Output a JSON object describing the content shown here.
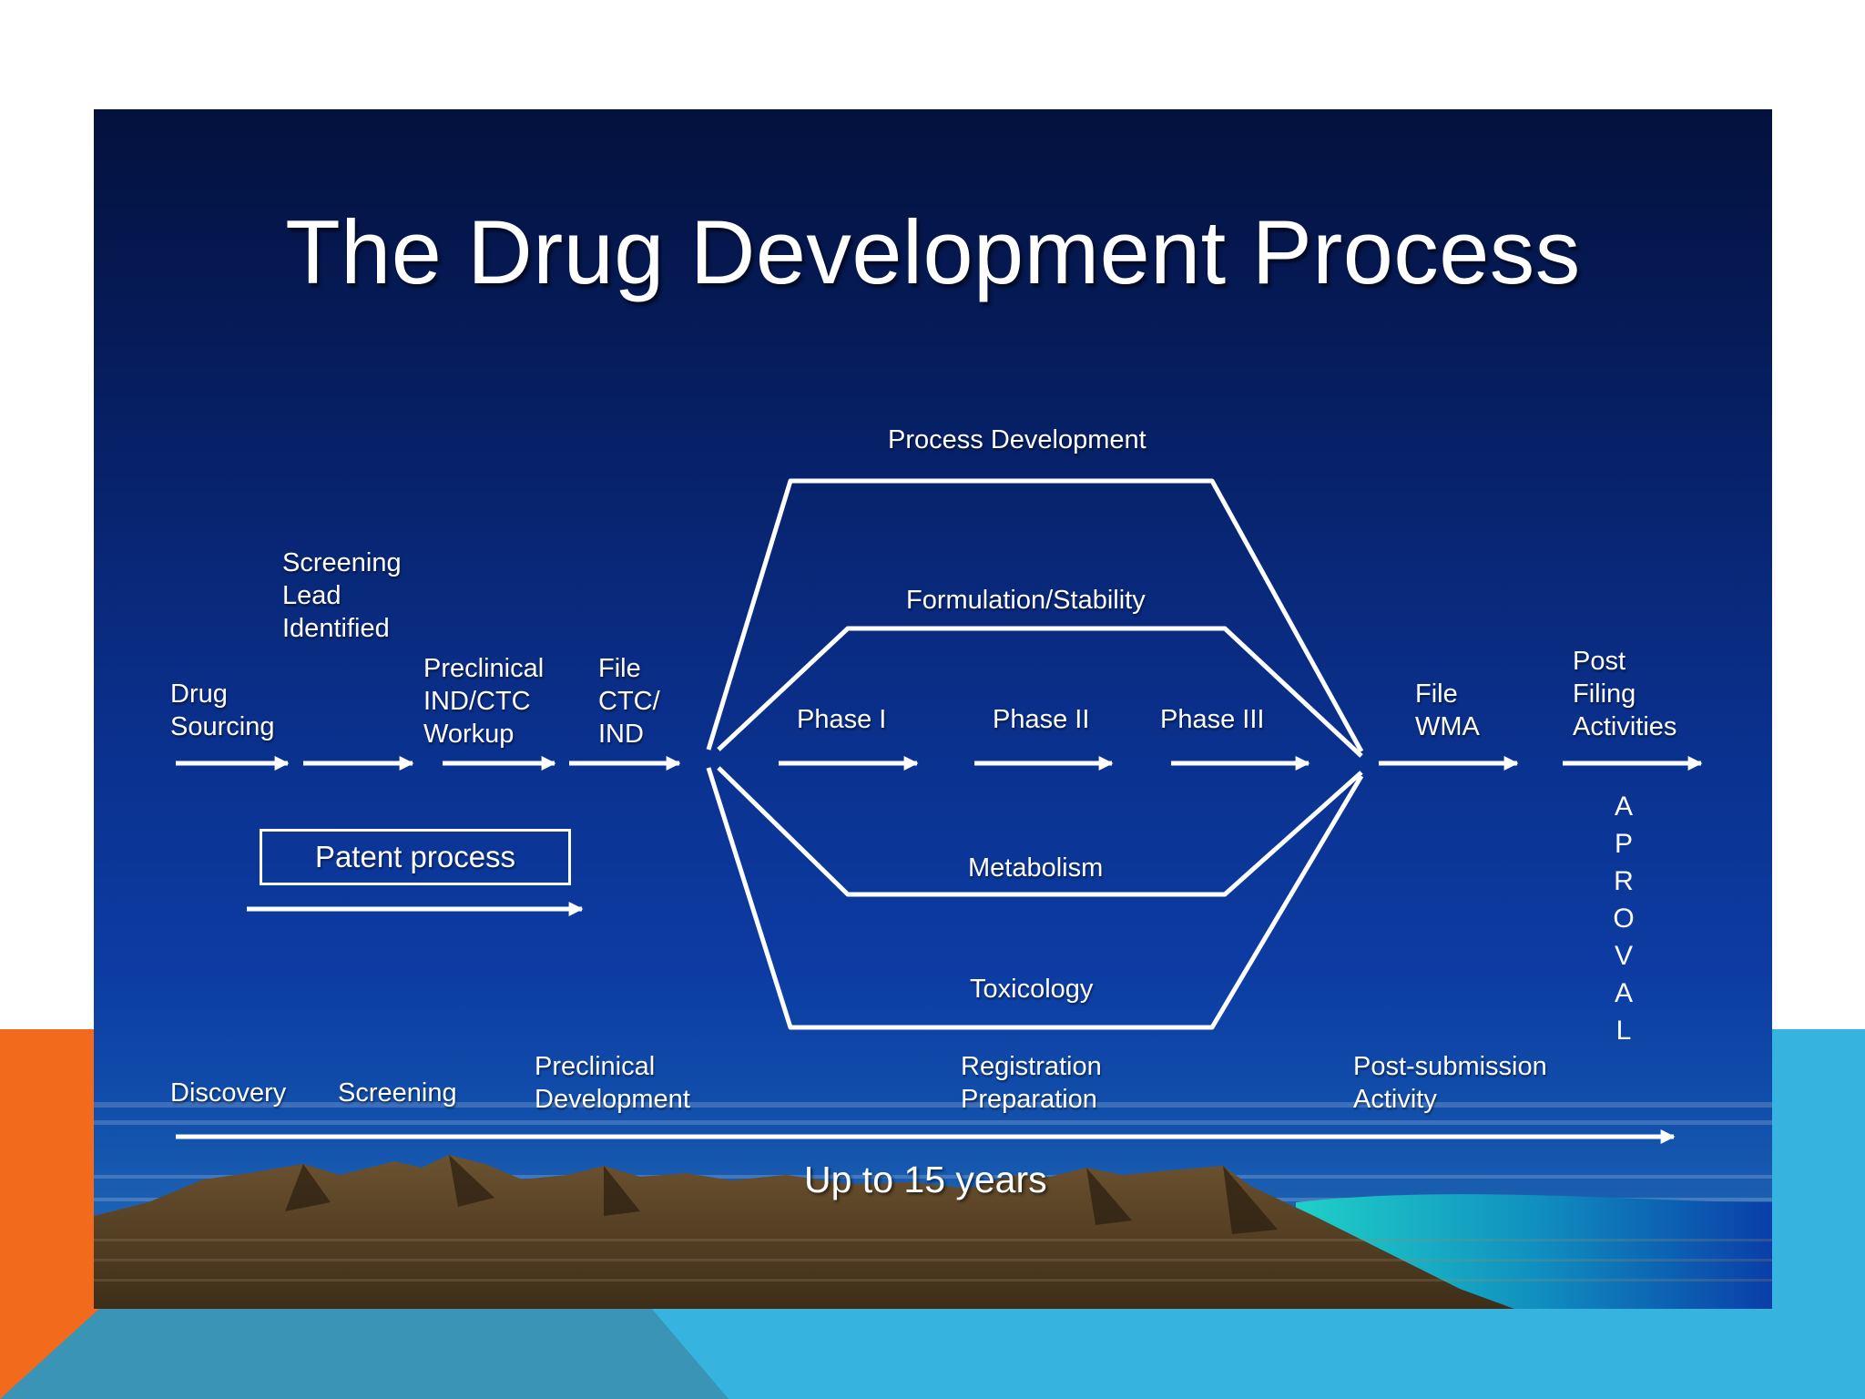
{
  "slide": {
    "title": "The Drug Development Process",
    "top_labels": {
      "screening_lead": "Screening\nLead\nIdentified",
      "drug_sourcing": "Drug\nSourcing",
      "preclinical_workup": "Preclinical\nIND/CTC\nWorkup",
      "file_ctc": "File\nCTC/\nIND",
      "process_development": "Process Development",
      "formulation": "Formulation/Stability",
      "phase1": "Phase I",
      "phase2": "Phase II",
      "phase3": "Phase III",
      "metabolism": "Metabolism",
      "toxicology": "Toxicology",
      "file_wma": "File\nWMA",
      "post_filing": "Post\nFiling\nActivities"
    },
    "patent_process": "Patent process",
    "approval": "A\nP\nR\nO\nV\nA\nL",
    "stages": {
      "discovery": "Discovery",
      "screening": "Screening",
      "preclinical_development": "Preclinical\nDevelopment",
      "registration": "Registration\nPreparation",
      "post_submission": "Post-submission\nActivity"
    },
    "timeline": "Up to 15 years"
  },
  "colors": {
    "slide_top": "#03113d",
    "slide_mid": "#0a2f8a",
    "accent_orange": "#f26a1b",
    "accent_blue": "#36b3df",
    "line": "#ffffff",
    "mountain": "#5a4424",
    "sea": "#1fc6c6"
  }
}
